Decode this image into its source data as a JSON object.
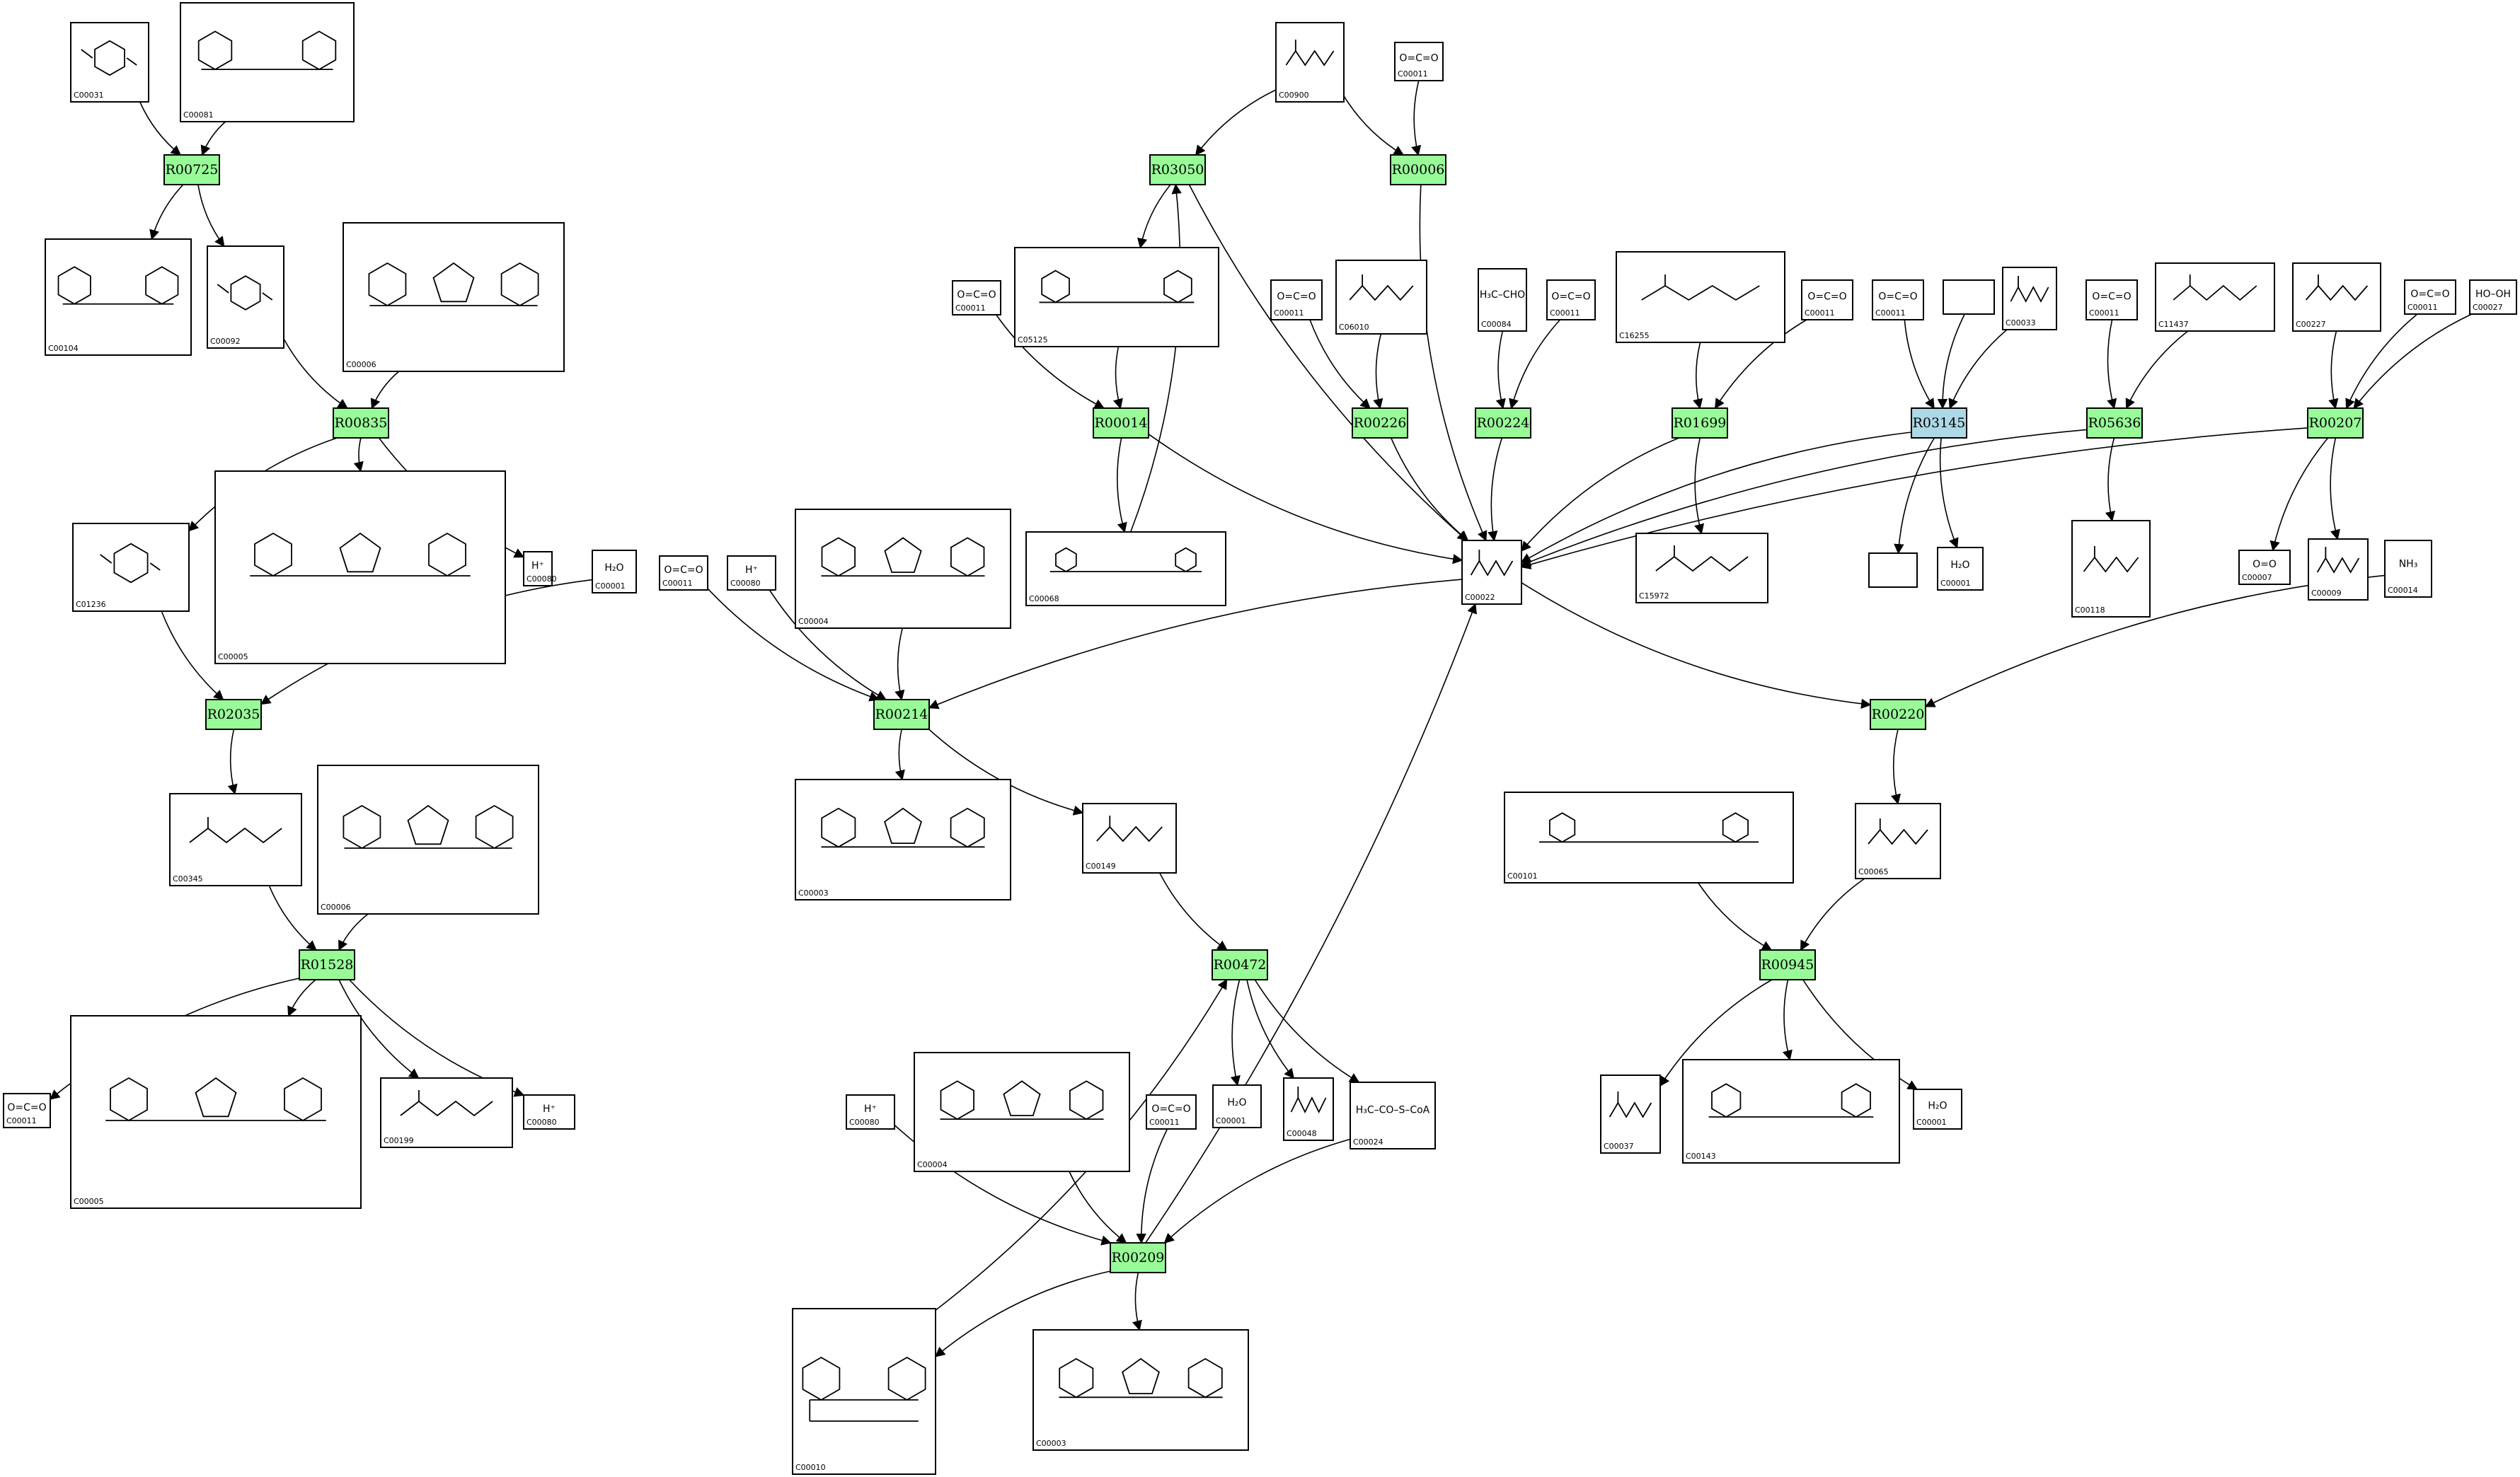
{
  "colors": {
    "reaction_fill": "#98fb98",
    "highlight_reaction_fill": "#add8e6",
    "compound_fill": "#ffffff",
    "edge": "#000000"
  },
  "reactions": [
    {
      "id": "R00725",
      "highlight": false
    },
    {
      "id": "R00835",
      "highlight": false
    },
    {
      "id": "R02035",
      "highlight": false
    },
    {
      "id": "R01528",
      "highlight": false
    },
    {
      "id": "R03050",
      "highlight": false
    },
    {
      "id": "R00006",
      "highlight": false
    },
    {
      "id": "R00014",
      "highlight": false
    },
    {
      "id": "R00226",
      "highlight": false
    },
    {
      "id": "R00224",
      "highlight": false
    },
    {
      "id": "R01699",
      "highlight": false
    },
    {
      "id": "R03145",
      "highlight": true
    },
    {
      "id": "R05636",
      "highlight": false
    },
    {
      "id": "R00207",
      "highlight": false
    },
    {
      "id": "R00214",
      "highlight": false
    },
    {
      "id": "R00220",
      "highlight": false
    },
    {
      "id": "R00472",
      "highlight": false
    },
    {
      "id": "R00945",
      "highlight": false
    },
    {
      "id": "R00209",
      "highlight": false
    }
  ],
  "compounds": [
    {
      "id": "C00031",
      "kind": "ring"
    },
    {
      "id": "C00081",
      "kind": "nucleotide"
    },
    {
      "id": "C00104",
      "kind": "nucleotide"
    },
    {
      "id": "C00092",
      "kind": "ring"
    },
    {
      "id": "C00006",
      "kind": "dinucleotide"
    },
    {
      "id": "C01236",
      "kind": "ring"
    },
    {
      "id": "C00005",
      "kind": "dinucleotide"
    },
    {
      "id": "C00080",
      "kind": "formula",
      "formula": "H⁺"
    },
    {
      "id": "C00001",
      "kind": "formula",
      "formula": "H₂O"
    },
    {
      "id": "C00345",
      "kind": "chain"
    },
    {
      "id": "C00006",
      "kind": "dinucleotide"
    },
    {
      "id": "C00011",
      "kind": "formula",
      "formula": "O=C=O"
    },
    {
      "id": "C00005",
      "kind": "dinucleotide"
    },
    {
      "id": "C00199",
      "kind": "chain"
    },
    {
      "id": "C00080",
      "kind": "formula",
      "formula": "H⁺"
    },
    {
      "id": "C00900",
      "kind": "chain"
    },
    {
      "id": "C00011",
      "kind": "formula",
      "formula": "O=C=O"
    },
    {
      "id": "C05125",
      "kind": "thiamine"
    },
    {
      "id": "C00011",
      "kind": "formula",
      "formula": "O=C=O"
    },
    {
      "id": "C00068",
      "kind": "thiamine"
    },
    {
      "id": "C00011",
      "kind": "formula",
      "formula": "O=C=O"
    },
    {
      "id": "C06010",
      "kind": "chain"
    },
    {
      "id": "C00084",
      "kind": "formula",
      "formula": "H₃C–CHO"
    },
    {
      "id": "C00011",
      "kind": "formula",
      "formula": "O=C=O"
    },
    {
      "id": "C16255",
      "kind": "chain"
    },
    {
      "id": "C00011",
      "kind": "formula",
      "formula": "O=C=O"
    },
    {
      "id": "C00011",
      "kind": "formula",
      "formula": "O=C=O"
    },
    {
      "id": "",
      "kind": "empty"
    },
    {
      "id": "C00033",
      "kind": "chain"
    },
    {
      "id": "C00011",
      "kind": "formula",
      "formula": "O=C=O"
    },
    {
      "id": "C11437",
      "kind": "chain"
    },
    {
      "id": "C00227",
      "kind": "chain"
    },
    {
      "id": "C00011",
      "kind": "formula",
      "formula": "O=C=O"
    },
    {
      "id": "C00027",
      "kind": "formula",
      "formula": "HO–OH"
    },
    {
      "id": "C00022",
      "kind": "chain"
    },
    {
      "id": "C15972",
      "kind": "chain"
    },
    {
      "id": "",
      "kind": "empty"
    },
    {
      "id": "C00001",
      "kind": "formula",
      "formula": "H₂O"
    },
    {
      "id": "C00118",
      "kind": "chain"
    },
    {
      "id": "C00007",
      "kind": "formula",
      "formula": "O=O"
    },
    {
      "id": "C00009",
      "kind": "chain"
    },
    {
      "id": "C00014",
      "kind": "formula",
      "formula": "NH₃"
    },
    {
      "id": "C00011",
      "kind": "formula",
      "formula": "O=C=O"
    },
    {
      "id": "C00080",
      "kind": "formula",
      "formula": "H⁺"
    },
    {
      "id": "C00004",
      "kind": "dinucleotide"
    },
    {
      "id": "C00003",
      "kind": "dinucleotide"
    },
    {
      "id": "C00149",
      "kind": "chain"
    },
    {
      "id": "C00101",
      "kind": "folate"
    },
    {
      "id": "C00065",
      "kind": "chain"
    },
    {
      "id": "C00001",
      "kind": "formula",
      "formula": "H₂O"
    },
    {
      "id": "C00048",
      "kind": "chain"
    },
    {
      "id": "C00024",
      "kind": "formula",
      "formula": "H₃C–CO–S–CoA"
    },
    {
      "id": "C00004",
      "kind": "dinucleotide"
    },
    {
      "id": "C00080",
      "kind": "formula",
      "formula": "H⁺"
    },
    {
      "id": "C00011",
      "kind": "formula",
      "formula": "O=C=O"
    },
    {
      "id": "C00037",
      "kind": "chain"
    },
    {
      "id": "C00143",
      "kind": "folate"
    },
    {
      "id": "C00001",
      "kind": "formula",
      "formula": "H₂O"
    },
    {
      "id": "C00010",
      "kind": "coa"
    },
    {
      "id": "C00003",
      "kind": "dinucleotide"
    }
  ]
}
